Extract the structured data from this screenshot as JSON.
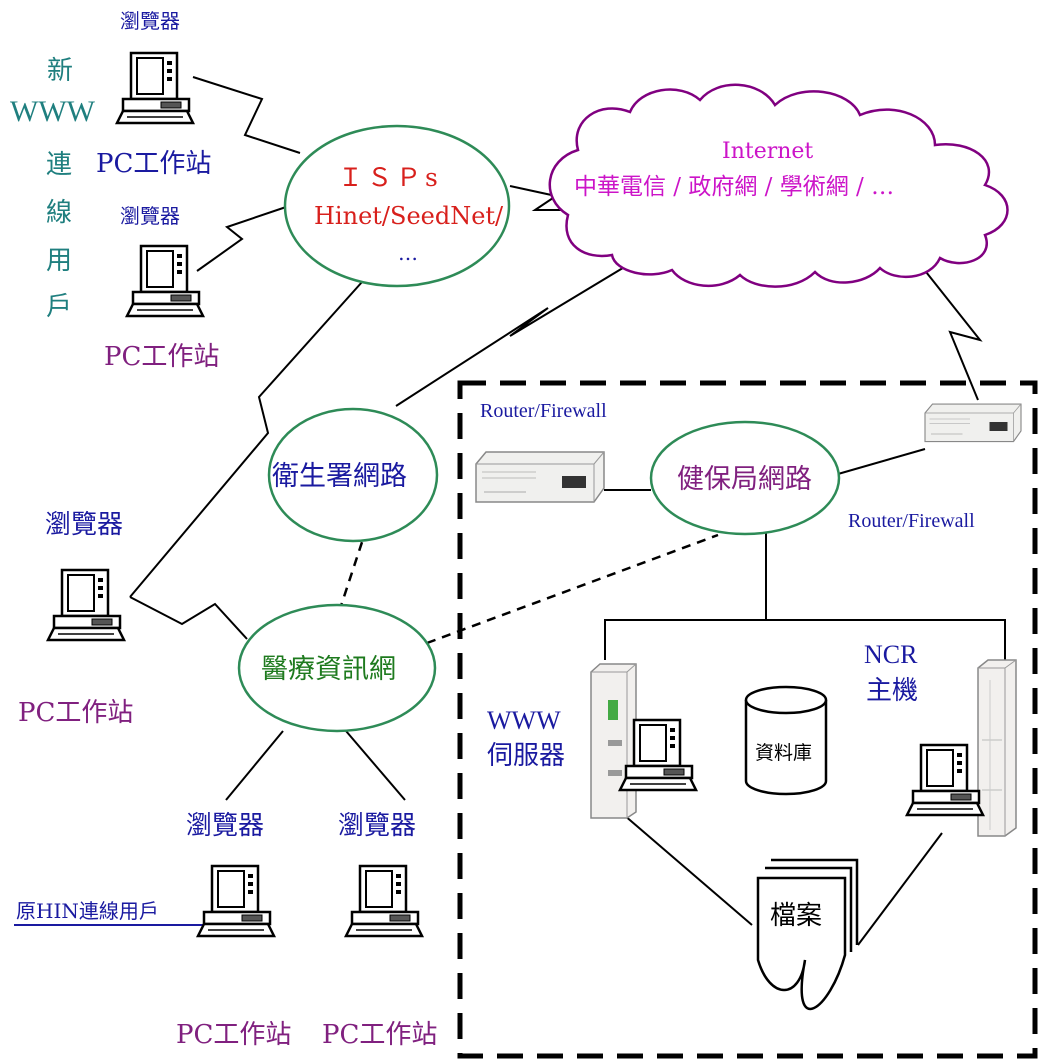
{
  "new_www_users": {
    "title_line1": "新",
    "title_line2": "WWW",
    "title_rest": [
      "連",
      "線",
      "用",
      "戶"
    ],
    "browser1": "瀏覽器",
    "pc1": "PC工作站",
    "browser2": "瀏覽器",
    "pc2": "PC工作站"
  },
  "isps": {
    "title": "ＩＳＰs",
    "line2": "Hinet/SeedNet/",
    "line3": "…"
  },
  "internet": {
    "title": "Internet",
    "members": "中華電信 / 政府網 / 學術網 / …"
  },
  "doh_network": {
    "label": "衛生署網路"
  },
  "medical_net": {
    "label": "醫療資訊網"
  },
  "nhi_network": {
    "label": "健保局網路"
  },
  "left_station": {
    "browser": "瀏覽器",
    "pc": "PC工作站"
  },
  "hin_users": {
    "label": "原HIN連線用戶",
    "browser1": "瀏覽器",
    "pc1": "PC工作站",
    "browser2": "瀏覽器",
    "pc2": "PC工作站"
  },
  "router_left": {
    "label": "Router/Firewall"
  },
  "router_right": {
    "label": "Router/Firewall"
  },
  "www_server": {
    "line1": "WWW",
    "line2": "伺服器"
  },
  "ncr_host": {
    "line1": "NCR",
    "line2": "主機"
  },
  "database": {
    "label": "資料庫"
  },
  "files": {
    "label": "檔案"
  },
  "colors": {
    "link_blue": "#1a1aa0",
    "purple": "#80207f",
    "teal": "#1f7f7f",
    "green": "#1e7a1e",
    "magenta": "#cc14c8",
    "cloud_outline": "#800080",
    "ellipse_outline": "#2e8b57"
  }
}
